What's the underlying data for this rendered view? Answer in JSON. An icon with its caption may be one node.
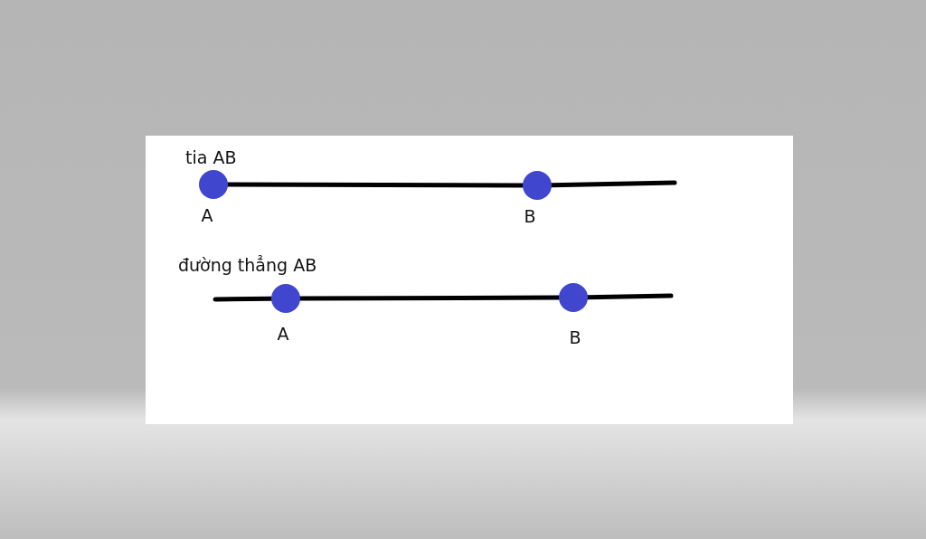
{
  "diagram": {
    "nodes": [
      {
        "text": [
          "A"
        ]
      },
      {
        "text": [
          "B"
        ]
      },
      {
        "text": [
          "A"
        ]
      },
      {
        "text": [
          "B"
        ]
      }
    ],
    "edges": [
      {
        "from": 0,
        "to": 1,
        "arrow": "none"
      },
      {
        "from": 1,
        "to": null,
        "arrow": "none"
      },
      {
        "from": null,
        "to": 2,
        "arrow": "none"
      },
      {
        "from": 2,
        "to": 3,
        "arrow": "none"
      },
      {
        "from": 3,
        "to": null,
        "arrow": "none"
      }
    ],
    "labels": [
      "tia AB",
      "đường thẳng AB"
    ]
  }
}
